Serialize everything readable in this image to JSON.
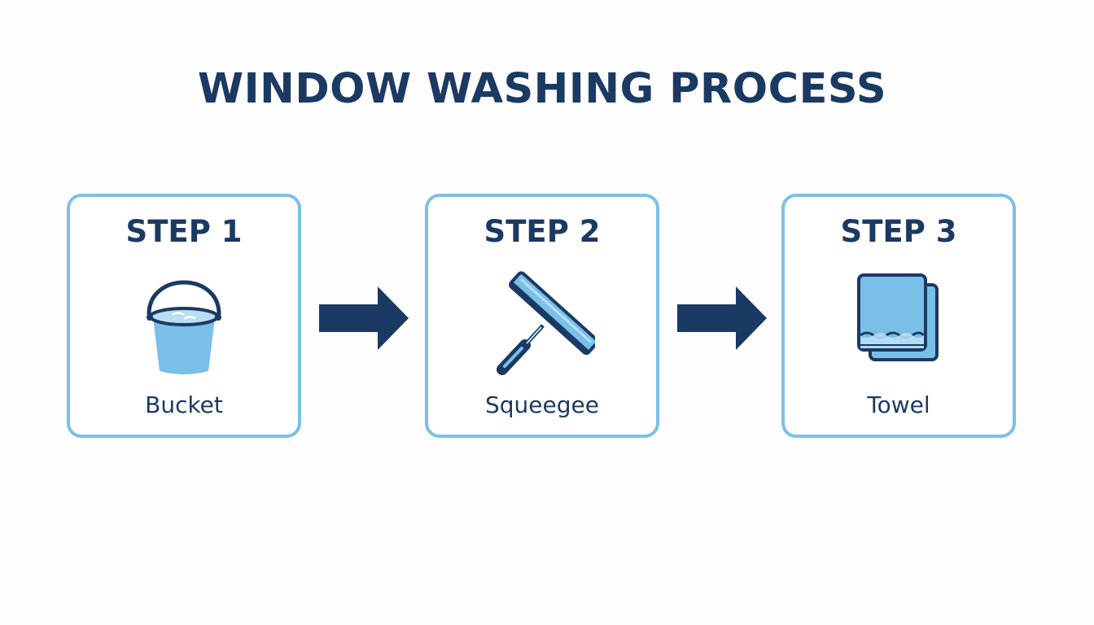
{
  "title": "WINDOW WASHING PROCESS",
  "steps": [
    {
      "label": "STEP 1",
      "caption": "Bucket",
      "icon": "bucket-icon"
    },
    {
      "label": "STEP 2",
      "caption": "Squeegee",
      "icon": "squeegee-icon"
    },
    {
      "label": "STEP 3",
      "caption": "Towel",
      "icon": "towel-icon"
    }
  ],
  "colors": {
    "dark_navy": "#1b3a63",
    "box_border": "#7cc0e6",
    "icon_fill": "#79bfe8",
    "background": "#fdfdfd"
  }
}
